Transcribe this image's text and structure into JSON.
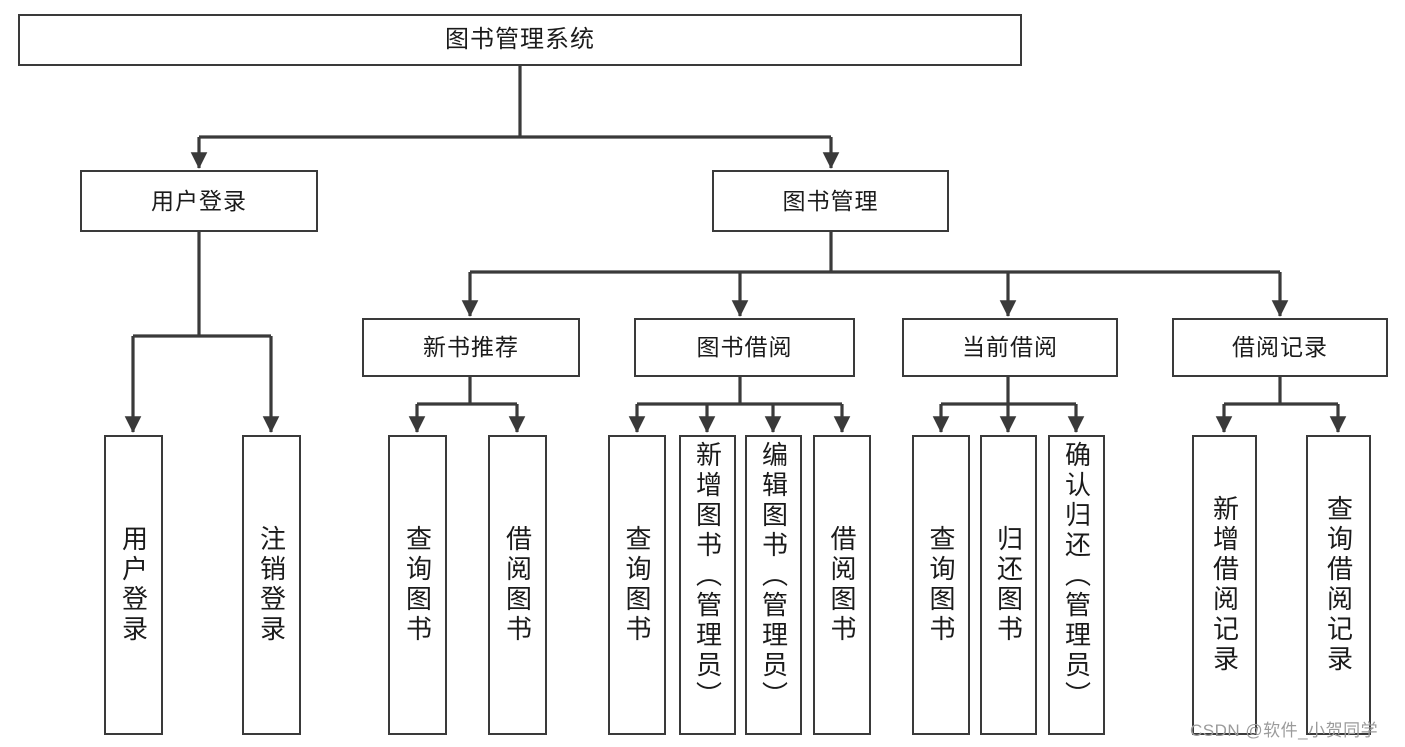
{
  "diagram": {
    "title": "图书管理系统",
    "type": "tree-hierarchy-diagram",
    "style": {
      "box_border_color": "#3a3a3a",
      "box_fill_color": "#ffffff",
      "line_color": "#3a3a3a",
      "text_color": "#1b1b1b",
      "background": "#ffffff"
    },
    "levels": {
      "level1": [
        "图书管理系统"
      ],
      "level2": [
        "用户登录",
        "图书管理"
      ],
      "level3": [
        "新书推荐",
        "图书借阅",
        "当前借阅",
        "借阅记录"
      ],
      "level4": [
        "用户登录",
        "注销登录",
        "查询图书",
        "借阅图书",
        "查询图书",
        "新增图书（管理员）",
        "编辑图书（管理员）",
        "借阅图书",
        "查询图书",
        "归还图书",
        "确认归还（管理员）",
        "新增借阅记录",
        "查询借阅记录"
      ]
    },
    "nodes": {
      "root": {
        "label": "图书管理系统"
      },
      "user_login": {
        "label": "用户登录"
      },
      "book_manage": {
        "label": "图书管理"
      },
      "new_book_rec": {
        "label": "新书推荐"
      },
      "book_borrow": {
        "label": "图书借阅"
      },
      "current_borrow": {
        "label": "当前借阅"
      },
      "borrow_record": {
        "label": "借阅记录"
      },
      "leaf_user_login": {
        "label": "用户登录"
      },
      "leaf_logout": {
        "label": "注销登录"
      },
      "leaf_query_book_1": {
        "label": "查询图书"
      },
      "leaf_borrow_book_1": {
        "label": "借阅图书"
      },
      "leaf_query_book_2": {
        "label": "查询图书"
      },
      "leaf_add_book": {
        "label": "新增图书（管理员）"
      },
      "leaf_edit_book": {
        "label": "编辑图书（管理员）"
      },
      "leaf_borrow_book_2": {
        "label": "借阅图书"
      },
      "leaf_query_book_3": {
        "label": "查询图书"
      },
      "leaf_return_book": {
        "label": "归还图书"
      },
      "leaf_confirm_return": {
        "label": "确认归还（管理员）"
      },
      "leaf_add_record": {
        "label": "新增借阅记录"
      },
      "leaf_query_record": {
        "label": "查询借阅记录"
      }
    },
    "edges": [
      {
        "from": "root",
        "to": "user_login"
      },
      {
        "from": "root",
        "to": "book_manage"
      },
      {
        "from": "user_login",
        "to": "leaf_user_login"
      },
      {
        "from": "user_login",
        "to": "leaf_logout"
      },
      {
        "from": "book_manage",
        "to": "new_book_rec"
      },
      {
        "from": "book_manage",
        "to": "book_borrow"
      },
      {
        "from": "book_manage",
        "to": "current_borrow"
      },
      {
        "from": "book_manage",
        "to": "borrow_record"
      },
      {
        "from": "new_book_rec",
        "to": "leaf_query_book_1"
      },
      {
        "from": "new_book_rec",
        "to": "leaf_borrow_book_1"
      },
      {
        "from": "book_borrow",
        "to": "leaf_query_book_2"
      },
      {
        "from": "book_borrow",
        "to": "leaf_add_book"
      },
      {
        "from": "book_borrow",
        "to": "leaf_edit_book"
      },
      {
        "from": "book_borrow",
        "to": "leaf_borrow_book_2"
      },
      {
        "from": "current_borrow",
        "to": "leaf_query_book_3"
      },
      {
        "from": "current_borrow",
        "to": "leaf_return_book"
      },
      {
        "from": "current_borrow",
        "to": "leaf_confirm_return"
      },
      {
        "from": "borrow_record",
        "to": "leaf_add_record"
      },
      {
        "from": "borrow_record",
        "to": "leaf_query_record"
      }
    ]
  },
  "watermark": {
    "text": "CSDN @软件_小贺同学"
  }
}
